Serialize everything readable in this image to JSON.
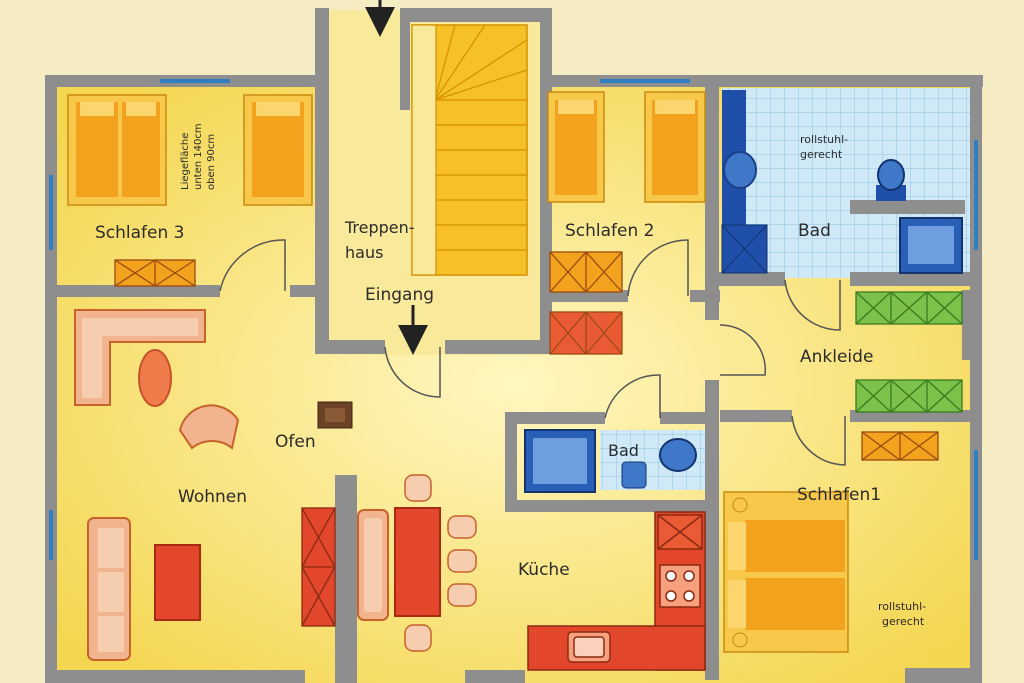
{
  "rooms": {
    "schlafen3": "Schlafen 3",
    "treppenhaus_1": "Treppen-",
    "treppenhaus_2": "haus",
    "eingang": "Eingang",
    "schlafen2": "Schlafen 2",
    "bad_main": "Bad",
    "ankleide": "Ankleide",
    "ofen": "Ofen",
    "wohnen": "Wohnen",
    "bad_small": "Bad",
    "schlafen1": "Schlafen1",
    "kueche": "Küche"
  },
  "notes": {
    "liege_1": "Liegefläche",
    "liege_2": "unten 140cm",
    "liege_3": "oben 90cm",
    "rolli_bad_1": "rollstuhl-",
    "rolli_bad_2": "gerecht",
    "rolli_s1_1": "rollstuhl-",
    "rolli_s1_2": "gerecht"
  },
  "colors": {
    "wall": "#8e8e8e",
    "floor": "#f7e27a",
    "tile": "#bfe0f2",
    "bed": "#f3a21e",
    "sofa": "#f2b48e",
    "kitchen": "#e3472b",
    "closet_green": "#7bc14a",
    "sanitary": "#1f4fa8"
  }
}
